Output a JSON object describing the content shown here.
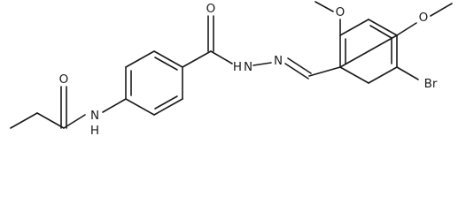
{
  "structure": {
    "atom_labels": {
      "amide_oxygen": "O",
      "amide_nitrogen": "N",
      "amide_hydrogen": "H",
      "carbonyl_oxygen": "O",
      "hydrazide_nitrogen": "N",
      "hydrazide_hydrogen": "H",
      "imine_nitrogen": "N",
      "methoxy_oxygen_1": "O",
      "methoxy_oxygen_2": "O",
      "bromine": "Br"
    }
  },
  "colors": {
    "line": "#1a1a1a",
    "background": "#ffffff"
  }
}
